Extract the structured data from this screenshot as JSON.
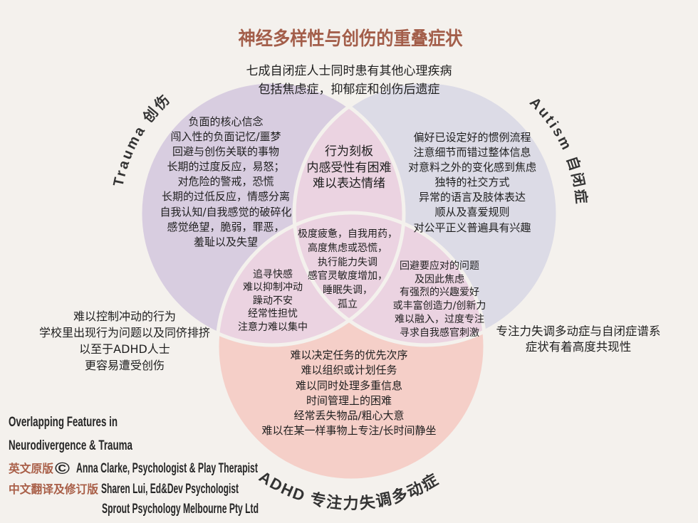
{
  "title": "神经多样性与创伤的重叠症状",
  "subtitle": [
    "七成自闭症人士同时患有其他心理疾病",
    "包括焦虑症，抑郁症和创伤后遗症"
  ],
  "labels": {
    "trauma": "Trauma 创伤",
    "autism": "Autism 自闭症",
    "adhd": "ADHD 专注力失调多动症"
  },
  "regions": {
    "trauma": [
      "负面的核心信念",
      "闯入性的负面记忆/噩梦",
      "回避与创伤关联的事物",
      "长期的过度反应，易怒；",
      "对危险的警戒，恐慌",
      "长期的过低反应，情感分离",
      "自我认知/自我感觉的破碎化",
      "感觉绝望，脆弱，罪恶，",
      "羞耻以及失望"
    ],
    "autism": [
      "偏好已设定好的惯例流程",
      "注意细节而错过整体信息",
      "对意料之外的变化感到焦虑",
      "独特的社交方式",
      "异常的语言及肢体表达",
      "顺从及喜爱规则",
      "对公平正义普遍具有兴趣"
    ],
    "trauma_autism": [
      "行为刻板",
      "内感受性有困难",
      "难以表达情绪"
    ],
    "center": [
      "极度疲惫，自我用药，",
      "高度焦虑或恐慌，",
      "执行能力失调",
      "感官灵敏度增加，",
      "睡眠失调，",
      "孤立"
    ],
    "trauma_adhd": [
      "追寻快感",
      "难以抑制冲动",
      "躁动不安",
      "经常性担忧",
      "注意力难以集中"
    ],
    "autism_adhd": [
      "回避要应对的问题",
      "及因此焦虑",
      "有强烈的兴趣爱好",
      "或丰富创造力/创新力",
      "难以融入，过度专注",
      "寻求自我感官刺激"
    ],
    "adhd": [
      "难以决定任务的优先次序",
      "难以组织或计划任务",
      "难以同时处理多重信息",
      "时间管理上的困难",
      "经常丢失物品/粗心大意",
      "难以在某一样事物上专注/长时间静坐"
    ]
  },
  "notes": {
    "left": [
      "难以控制冲动的行为",
      "学校里出现行为问题以及同侪排挤",
      "以至于ADHD人士",
      "更容易遭受创伤"
    ],
    "right": [
      "专注力失调多动症与自闭症谱系",
      "症状有着高度共现性"
    ]
  },
  "credits": {
    "heading": [
      "Overlapping Features in",
      "Neurodivergence & Trauma"
    ],
    "original_label": "英文原版",
    "copyright_symbol": "©",
    "original_author": "Anna Clarke, Psychologist & Play Therapist",
    "translation_label": "中文翻译及修订版",
    "translator": "Sharen Lui, Ed&Dev Psychologist",
    "organization": "Sprout Psychology Melbourne Pty Ltd"
  },
  "colors": {
    "background": "#f4f1ed",
    "title": "#a35e4a",
    "trauma": "#d8cde0",
    "autism": "#dcdbe6",
    "adhd": "#f5cfc8",
    "overlap": "#ebd3e1",
    "text": "#1f1f1f",
    "label": "#333333"
  }
}
